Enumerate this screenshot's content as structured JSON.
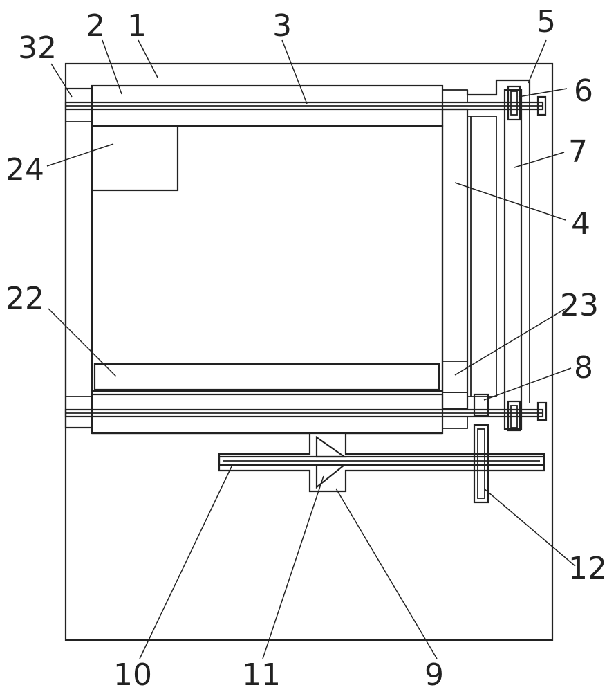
{
  "figure": {
    "labels": {
      "l1": "1",
      "l2": "2",
      "l3": "3",
      "l4": "4",
      "l5": "5",
      "l6": "6",
      "l7": "7",
      "l8": "8",
      "l9": "9",
      "l10": "10",
      "l11": "11",
      "l12": "12",
      "l22": "22",
      "l23": "23",
      "l24": "24",
      "l32": "32"
    }
  }
}
